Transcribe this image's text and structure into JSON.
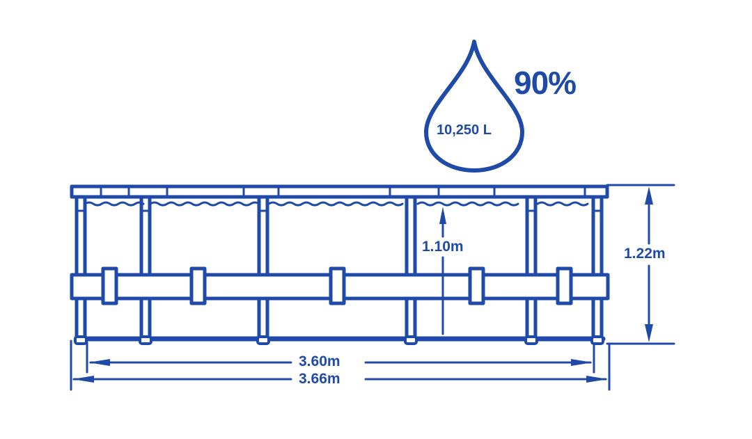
{
  "diagram": {
    "subject": "above-ground frame pool dimensions",
    "color": "#1f4aa8",
    "fill_level": {
      "label": "90%"
    },
    "water_volume": {
      "label": "10,250 L",
      "icon": "water-drop-icon"
    },
    "dimensions": {
      "water_height": "1.10m",
      "wall_height": "1.22m",
      "inner_diameter": "3.60m",
      "outer_diameter": "3.66m"
    }
  }
}
